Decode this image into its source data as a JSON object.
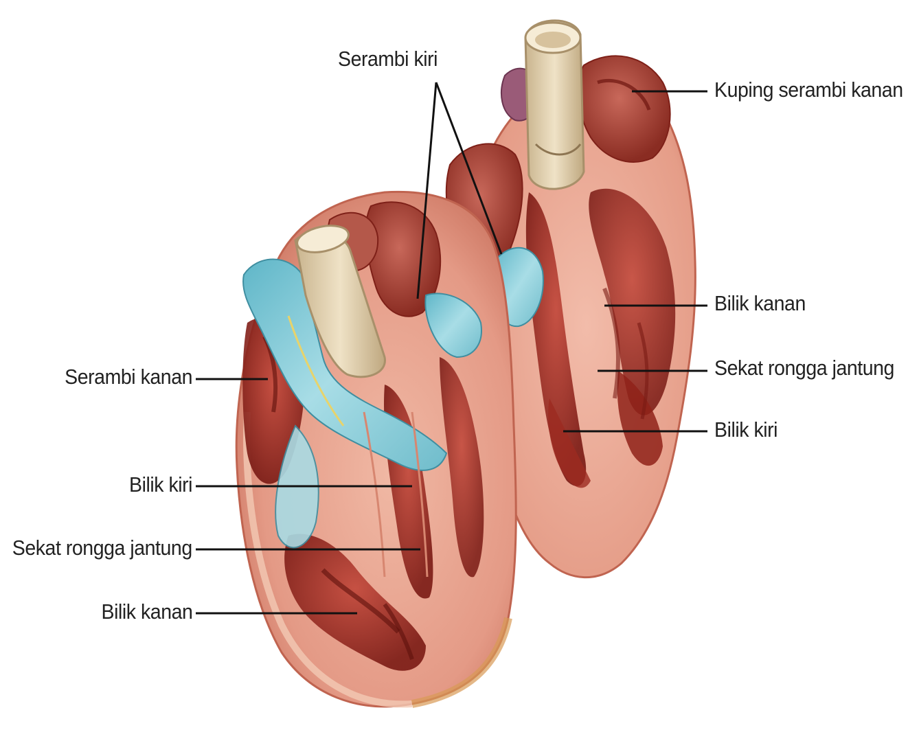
{
  "labels": {
    "serambi_kiri_top": "Serambi kiri",
    "kuping_serambi_kanan": "Kuping serambi kanan",
    "bilik_kanan_right": "Bilik kanan",
    "sekat_rongga_jantung_right": "Sekat rongga jantung",
    "bilik_kiri_right": "Bilik kiri",
    "serambi_kanan_left": "Serambi kanan",
    "bilik_kiri_left": "Bilik kiri",
    "sekat_rongga_jantung_left": "Sekat rongga jantung",
    "bilik_kanan_left": "Bilik kanan"
  },
  "colors": {
    "muscle_light": "#e9a592",
    "muscle_mid": "#c9604a",
    "muscle_dark": "#8e1f17",
    "vessel_blue": "#8fd0dc",
    "vessel_cream": "#e6d6b6",
    "leader_line": "#111111"
  }
}
